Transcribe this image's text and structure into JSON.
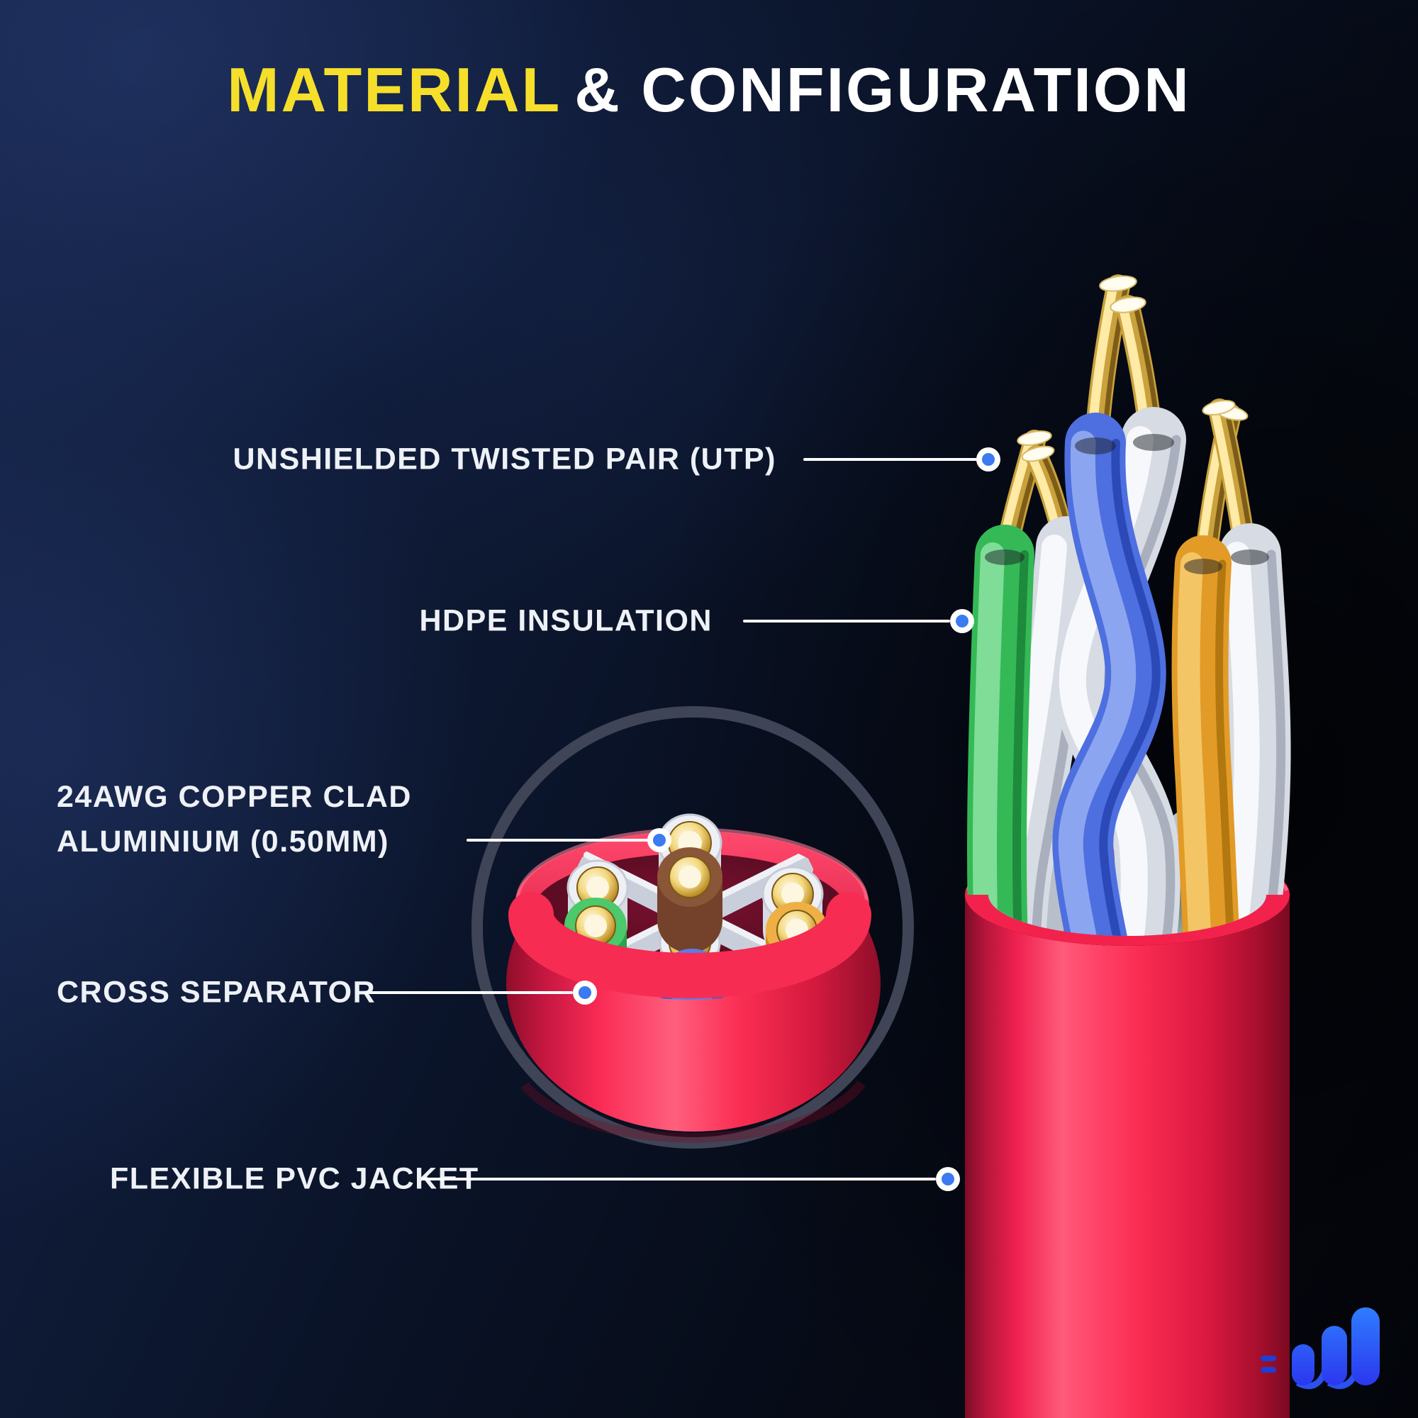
{
  "title": {
    "highlight": "MATERIAL",
    "rest": "& CONFIGURATION"
  },
  "callouts": {
    "utp": {
      "text": "UNSHIELDED TWISTED PAIR (UTP)"
    },
    "hdpe": {
      "text": "HDPE INSULATION"
    },
    "awg": {
      "line1": "24AWG COPPER CLAD",
      "line2": "ALUMINIUM (0.50MM)"
    },
    "cross": {
      "text": "CROSS SEPARATOR"
    },
    "pvc": {
      "text": "FLEXIBLE PVC JACKET"
    }
  },
  "colors": {
    "background_navy": "#16244A",
    "title_highlight": "#F6DF2B",
    "title_rest": "#FFFFFF",
    "label_text": "#EEF1F6",
    "callout_dot_blue": "#3B7AF0",
    "jacket_red": "#F92B51",
    "insulation_white": "#E8EAEF",
    "copper_gold": "#C9A23D",
    "pair_brown": "#7B4730",
    "pair_green": "#35B957",
    "pair_blue": "#4D6FE0",
    "pair_orange": "#E29B27",
    "logo_blue": "#2C5CF7"
  },
  "illustration": {
    "cross_section_pairs": [
      "white/brown",
      "white/green",
      "white/blue",
      "white/orange"
    ],
    "separator_shape": "cross",
    "logo_icon": "wave-m-logo"
  }
}
